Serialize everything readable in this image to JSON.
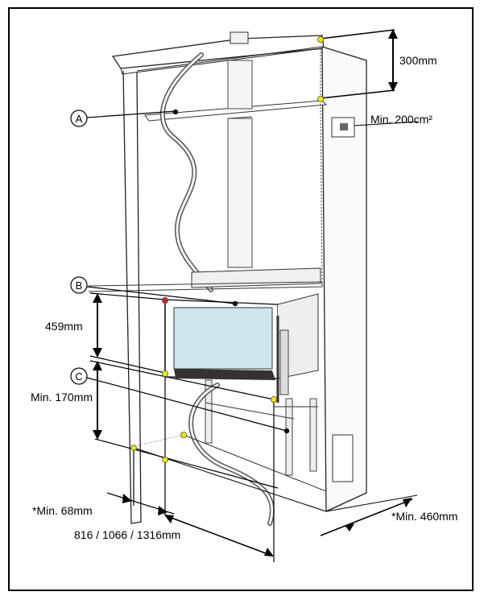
{
  "callouts": {
    "a": "A",
    "b": "B",
    "c": "C"
  },
  "dimensions": {
    "top_clearance": "300mm",
    "vent_area": "Min. 200cm²",
    "height_459": "459mm",
    "min_170": "Min. 170mm",
    "min_68": "*Min. 68mm",
    "width_options": "816 / 1066 / 1316mm",
    "min_460": "*Min. 460mm"
  },
  "colors": {
    "marker_yellow": "#f2e600",
    "marker_red": "#d21f1f",
    "marker_black": "#111111",
    "glass": "#cfe6ee",
    "line": "#000000"
  }
}
